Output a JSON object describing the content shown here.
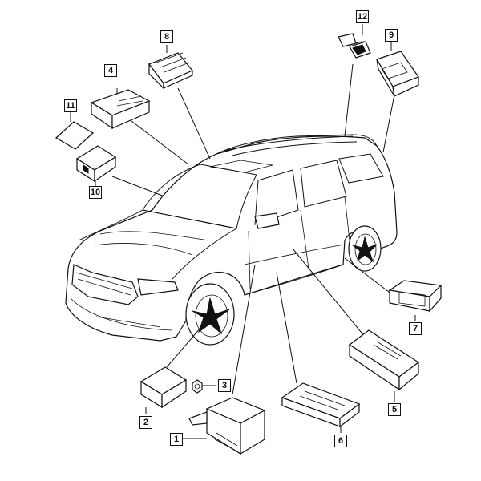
{
  "callouts": [
    {
      "id": "1",
      "part": "module-1"
    },
    {
      "id": "2",
      "part": "module-2"
    },
    {
      "id": "3",
      "part": "nut-3"
    },
    {
      "id": "4",
      "part": "module-4"
    },
    {
      "id": "5",
      "part": "module-5"
    },
    {
      "id": "6",
      "part": "module-6"
    },
    {
      "id": "7",
      "part": "module-7"
    },
    {
      "id": "8",
      "part": "module-8"
    },
    {
      "id": "9",
      "part": "module-9"
    },
    {
      "id": "10",
      "part": "module-10"
    },
    {
      "id": "11",
      "part": "label-11"
    },
    {
      "id": "12",
      "part": "sensor-12"
    }
  ],
  "colors": {
    "line": "#111111",
    "background": "#ffffff"
  }
}
